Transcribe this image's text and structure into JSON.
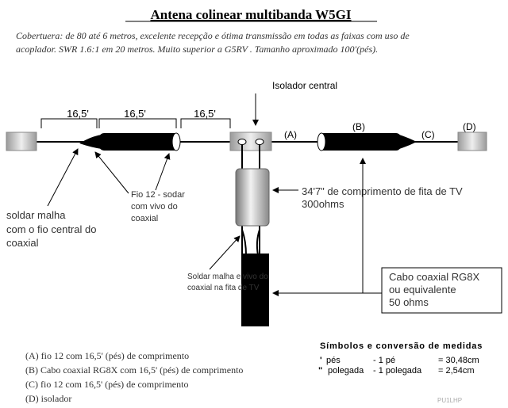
{
  "title": "Antena colinear multibanda W5GI",
  "subtitle_line1": "Cobertuera: de 80 até 6 metros, excelente recepção e ótima transmissão em todas as faixas com uso  de",
  "subtitle_line2": "acoplador. SWR 1.6:1 em 20 metros. Muito superior a G5RV . Tamanho aproximado 100'(pés).",
  "diagram": {
    "dims": [
      "16,5'",
      "16,5'",
      "16,5'"
    ],
    "isolator_label": "Isolador central",
    "labels": {
      "a": "(A)",
      "b": "(B)",
      "c": "(C)",
      "d": "(D)"
    },
    "solder_left": [
      "soldar malha",
      "com o fio central do",
      "coaxial"
    ],
    "fio12": [
      "Fio 12 - sodar",
      "com vivo do",
      "coaxial"
    ],
    "tv_line": [
      "34'7\" de comprimento de fita de TV",
      "300ohms"
    ],
    "solder_tv": [
      "Soldar malha e vivo do",
      "coaxial na fita de TV"
    ],
    "coax_box": [
      "Cabo coaxial RG8X",
      "ou equivalente",
      "50 ohms"
    ]
  },
  "legend": [
    "(A) fio 12 com 16,5' (pés) de comprimento",
    "(B) Cabo coaxial RG8X com 16,5' (pés) de comprimento",
    "(C) fio 12 com 16,5' (pés) de comprimento",
    "(D) isolador"
  ],
  "symbols": {
    "title": "Símbolos e conversão de medidas",
    "rows": [
      {
        "sym": "'",
        "name": "pés",
        "unit": "- 1 pé",
        "value": "= 30,48cm"
      },
      {
        "sym": "\"",
        "name": "polegada",
        "unit": "- 1 polegada",
        "value": "= 2,54cm"
      }
    ]
  },
  "signature": "PU1LHP"
}
